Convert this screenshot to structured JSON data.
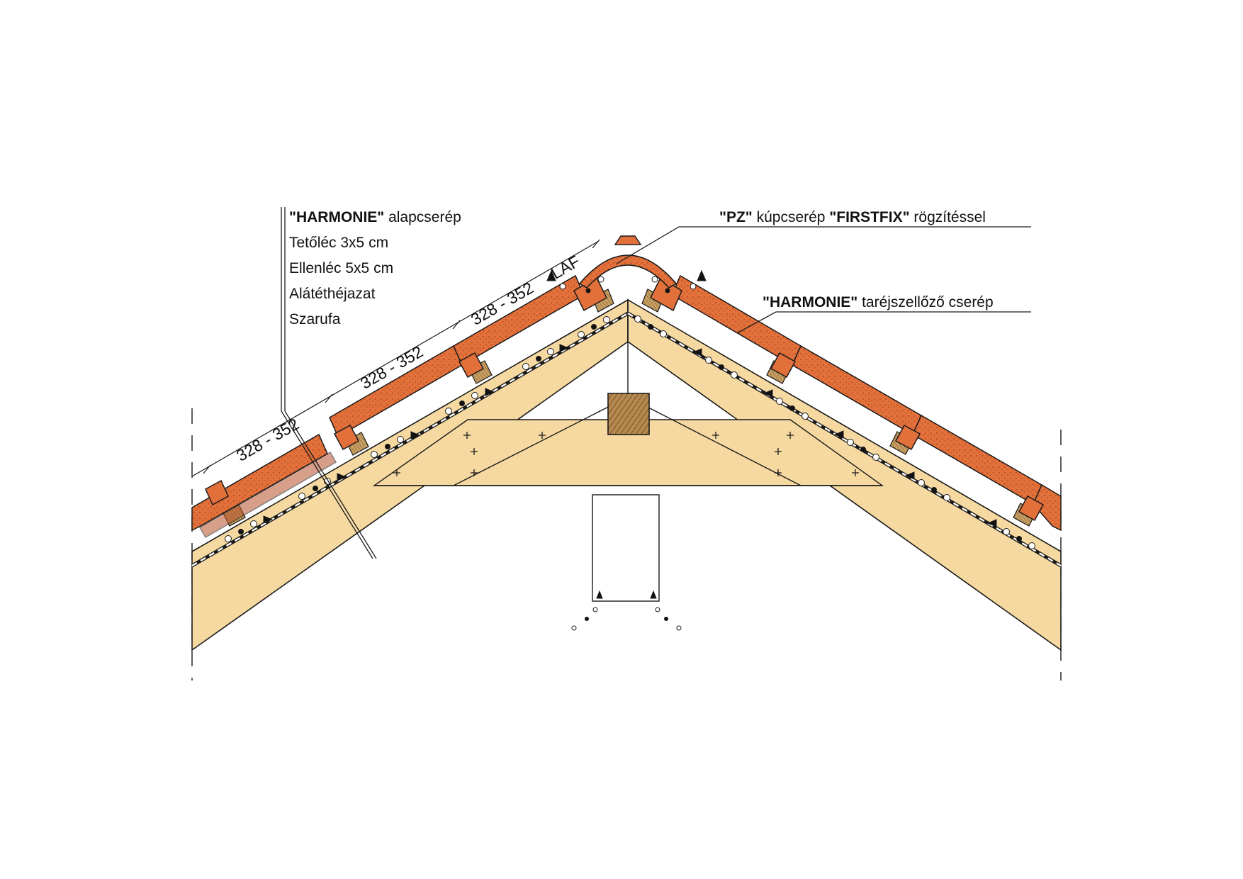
{
  "labels_left": {
    "line1_bold": "\"HARMONIE\"",
    "line1_rest": " alapcserép",
    "line2": "Tetőléc 3x5 cm",
    "line3": "Ellenléc 5x5 cm",
    "line4": "Alátéthéjazat",
    "line5": "Szarufa"
  },
  "labels_right": {
    "ridge_bold1": "\"PZ\"",
    "ridge_rest1": " kúpcserép ",
    "ridge_bold2": "\"FIRSTFIX\"",
    "ridge_rest2": " rögzítéssel",
    "vent_bold": "\"HARMONIE\"",
    "vent_rest": " taréjszellőző cserép"
  },
  "dimensions": {
    "spacing1": "328 - 352",
    "spacing2": "328 - 352",
    "spacing3": "328 - 352",
    "laf": "LAF"
  },
  "colors": {
    "timber": "#f5d9a0",
    "tile": "#e2703a",
    "tile_dark": "#b8502a",
    "batten": "#c8a26a",
    "line": "#1a1a1a"
  }
}
